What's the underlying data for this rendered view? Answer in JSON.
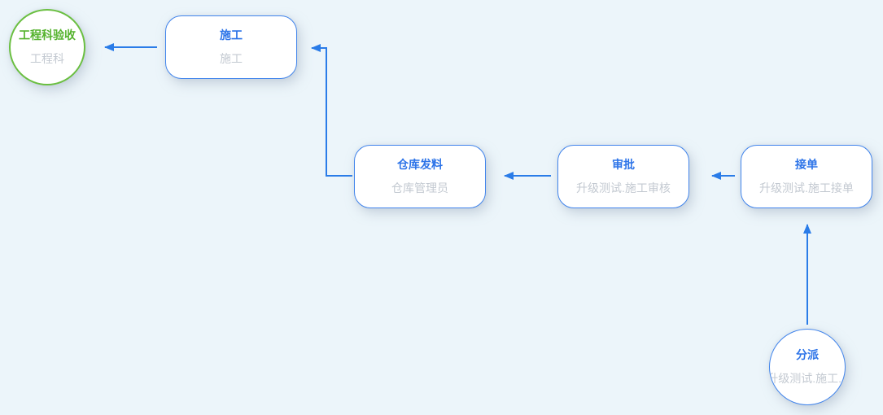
{
  "diagram": {
    "background_color": "#ecf5fa",
    "colors": {
      "node_border_blue": "#4285ec",
      "node_title_blue": "#2d74e8",
      "node_subtitle_gray": "#c3c9d1",
      "arrow_blue": "#2a7ce8",
      "green_border": "#6abf40",
      "green_title": "#56b32e",
      "node_fill": "#ffffff"
    },
    "nodes": [
      {
        "id": "acceptance",
        "shape": "circle",
        "variant": "green",
        "title": "工程科验收",
        "subtitle": "工程科"
      },
      {
        "id": "construction",
        "shape": "rect",
        "variant": "blue",
        "title": "施工",
        "subtitle": "施工"
      },
      {
        "id": "warehouse",
        "shape": "rect",
        "variant": "blue",
        "title": "仓库发料",
        "subtitle": "仓库管理员"
      },
      {
        "id": "approval",
        "shape": "rect",
        "variant": "blue",
        "title": "审批",
        "subtitle": "升级测试.施工审核"
      },
      {
        "id": "receive",
        "shape": "rect",
        "variant": "blue",
        "title": "接单",
        "subtitle": "升级测试.施工接单"
      },
      {
        "id": "dispatch",
        "shape": "circle",
        "variant": "blue",
        "title": "分派",
        "subtitle": "升级测试.施工..."
      }
    ],
    "edges": [
      {
        "from": "dispatch",
        "to": "receive"
      },
      {
        "from": "receive",
        "to": "approval"
      },
      {
        "from": "approval",
        "to": "warehouse"
      },
      {
        "from": "warehouse",
        "to": "construction"
      },
      {
        "from": "construction",
        "to": "acceptance"
      }
    ]
  }
}
